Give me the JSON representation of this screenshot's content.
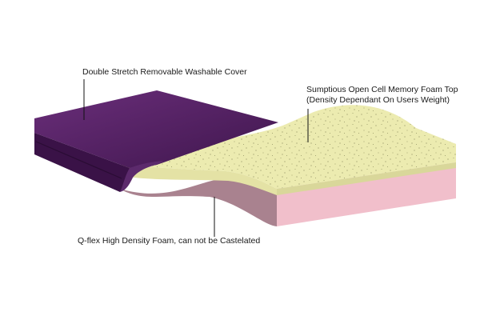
{
  "labels": {
    "cover": "Double Stretch Removable Washable Cover",
    "foam_top_line1": "Sumptious Open Cell Memory Foam Top",
    "foam_top_line2": "(Density Dependant On Users Weight)",
    "base_foam": "Q-flex High Density Foam, can not be Castelated"
  },
  "colors": {
    "cover": "#4e1f5e",
    "cover_edge": "#3a1247",
    "memory_foam": "#ecebb0",
    "memory_foam_side": "#d9d79a",
    "base_foam": "#f1bfcb",
    "base_foam_side": "#a9828f",
    "leader_line": "#111111"
  }
}
